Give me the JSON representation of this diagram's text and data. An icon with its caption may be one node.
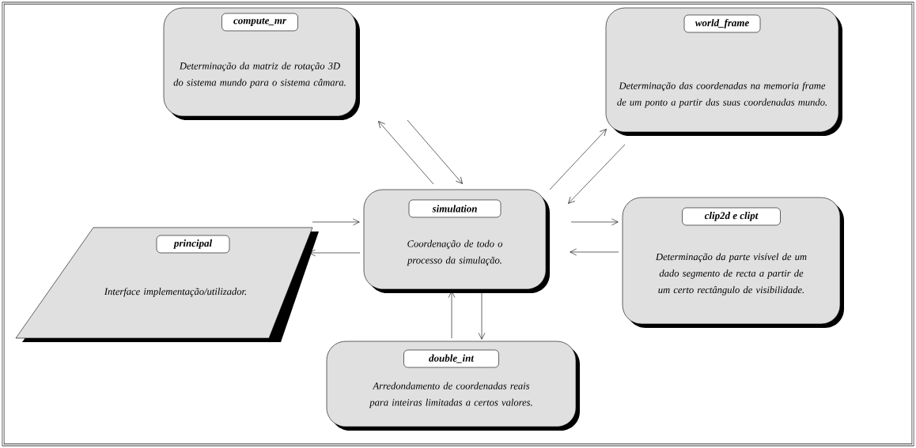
{
  "diagram": {
    "nodes": [
      {
        "text": [
          "compute_mr",
          "Determinação da matriz de rotação 3D do sistema mundo para o sistema câmara."
        ]
      },
      {
        "text": [
          "world_frame",
          "Determinação das coordenadas na memoria frame de um ponto a partir das suas coordenadas mundo."
        ]
      },
      {
        "text": [
          "principal",
          "Interface implementação/utilizador."
        ]
      },
      {
        "text": [
          "simulation",
          "Coordenação de todo o processo da simulação."
        ]
      },
      {
        "text": [
          "clip2d e clipt",
          "Determinação da parte visível de um dado segmento de recta a partir de um certo rectângulo de visibilidade."
        ]
      },
      {
        "text": [
          "double_int",
          "Arredondamento de coordenadas reais para inteiras limitadas a certos valores."
        ]
      }
    ],
    "edges": [
      {
        "from": 3,
        "to": 0,
        "arrow": "to"
      },
      {
        "from": 0,
        "to": 3,
        "arrow": "to"
      },
      {
        "from": 3,
        "to": 1,
        "arrow": "to"
      },
      {
        "from": 1,
        "to": 3,
        "arrow": "to"
      },
      {
        "from": 2,
        "to": 3,
        "arrow": "to"
      },
      {
        "from": 3,
        "to": 2,
        "arrow": "to"
      },
      {
        "from": 3,
        "to": 4,
        "arrow": "to"
      },
      {
        "from": 4,
        "to": 3,
        "arrow": "to"
      },
      {
        "from": 5,
        "to": 3,
        "arrow": "to"
      },
      {
        "from": 3,
        "to": 5,
        "arrow": "to"
      }
    ]
  }
}
